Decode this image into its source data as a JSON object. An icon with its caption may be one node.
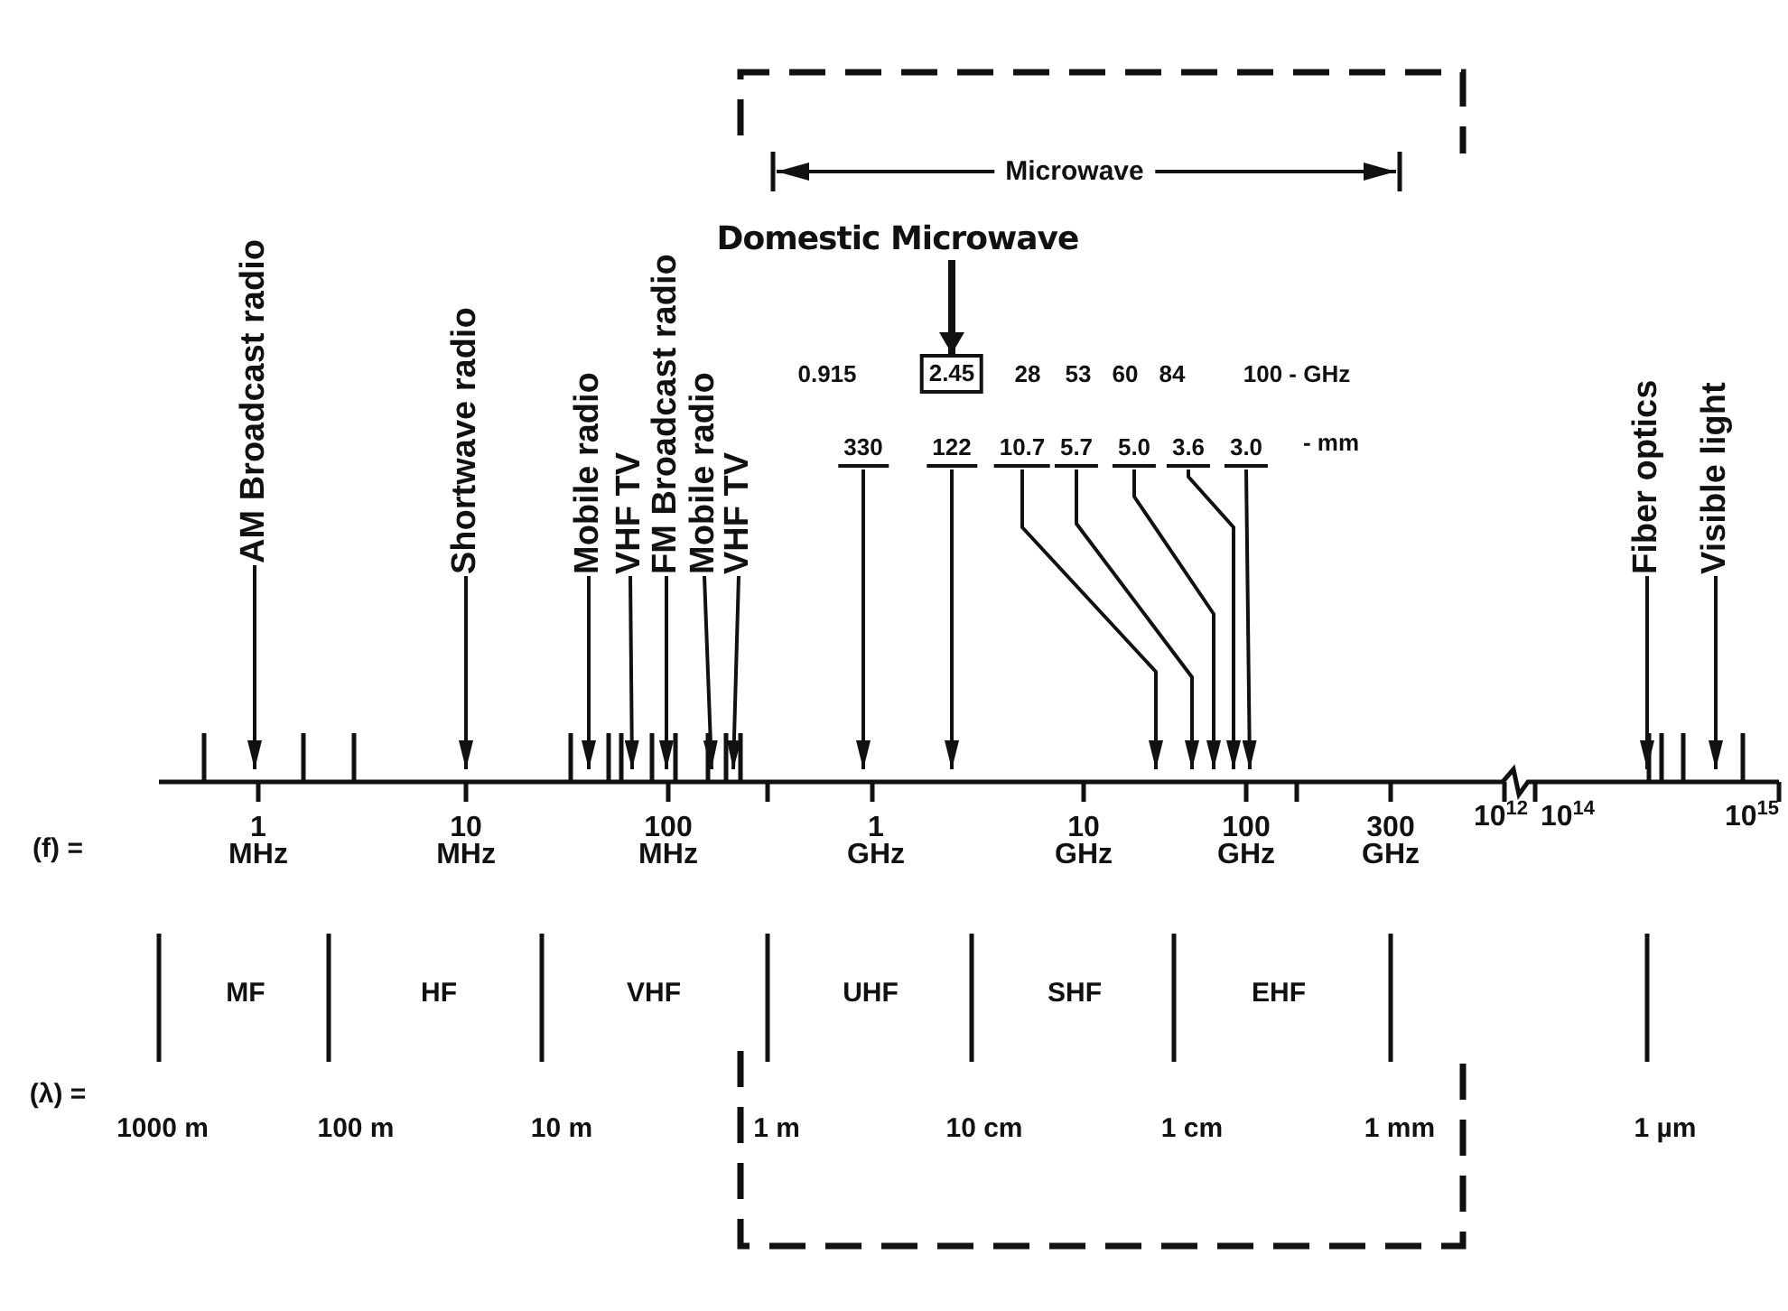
{
  "diagram": {
    "nodes": [
      {
        "text": [
          "AM Broadcast radio"
        ]
      },
      {
        "text": [
          "Shortwave radio"
        ]
      },
      {
        "text": [
          "Mobile radio"
        ]
      },
      {
        "text": [
          "VHF TV"
        ]
      },
      {
        "text": [
          "FM Broadcast radio"
        ]
      },
      {
        "text": [
          "Mobile radio"
        ]
      },
      {
        "text": [
          "VHF TV"
        ]
      },
      {
        "text": [
          "Domestic Microwave"
        ]
      },
      {
        "text": [
          "2.45"
        ]
      },
      {
        "text": [
          "330"
        ]
      },
      {
        "text": [
          "122"
        ]
      },
      {
        "text": [
          "10.7"
        ]
      },
      {
        "text": [
          "5.7"
        ]
      },
      {
        "text": [
          "5.0"
        ]
      },
      {
        "text": [
          "3.6"
        ]
      },
      {
        "text": [
          "3.0"
        ]
      },
      {
        "text": [
          "Fiber optics"
        ]
      },
      {
        "text": [
          "Visible light"
        ]
      },
      {
        "text": [],
        "shape": "bar"
      }
    ],
    "edges": [
      {
        "from": 0,
        "to": 18,
        "arrow": "to"
      },
      {
        "from": 1,
        "to": 18,
        "arrow": "to"
      },
      {
        "from": 2,
        "to": 18,
        "arrow": "to"
      },
      {
        "from": 3,
        "to": 18,
        "arrow": "to"
      },
      {
        "from": 4,
        "to": 18,
        "arrow": "to"
      },
      {
        "from": 5,
        "to": 18,
        "arrow": "to"
      },
      {
        "from": 6,
        "to": 18,
        "arrow": "to"
      },
      {
        "from": 7,
        "to": 8,
        "arrow": "to",
        "style": "thick"
      },
      {
        "from": 9,
        "to": 18,
        "arrow": "to"
      },
      {
        "from": 10,
        "to": 18,
        "arrow": "to"
      },
      {
        "from": 11,
        "to": 18,
        "arrow": "to"
      },
      {
        "from": 12,
        "to": 18,
        "arrow": "to"
      },
      {
        "from": 13,
        "to": 18,
        "arrow": "to"
      },
      {
        "from": 14,
        "to": 18,
        "arrow": "to"
      },
      {
        "from": 15,
        "to": 18,
        "arrow": "to"
      },
      {
        "from": 16,
        "to": 18,
        "arrow": "to"
      },
      {
        "from": 17,
        "to": 18,
        "arrow": "to"
      }
    ],
    "labels": [
      "Microwave",
      "0.915",
      "28",
      "53",
      "60",
      "84",
      "100 - GHz",
      "- mm",
      "(f) =",
      "1 MHz",
      "10 MHz",
      "100 MHz",
      "1 GHz",
      "10 GHz",
      "100 GHz",
      "300 GHz",
      "10$^{12}$",
      "10$^{14}$",
      "10$^{15}$",
      "MF",
      "HF",
      "VHF",
      "UHF",
      "SHF",
      "EHF",
      "(λ) =",
      "1000 m",
      "100 m",
      "10 m",
      "1 m",
      "10 cm",
      "1 cm",
      "1 mm",
      "1 µm"
    ]
  }
}
